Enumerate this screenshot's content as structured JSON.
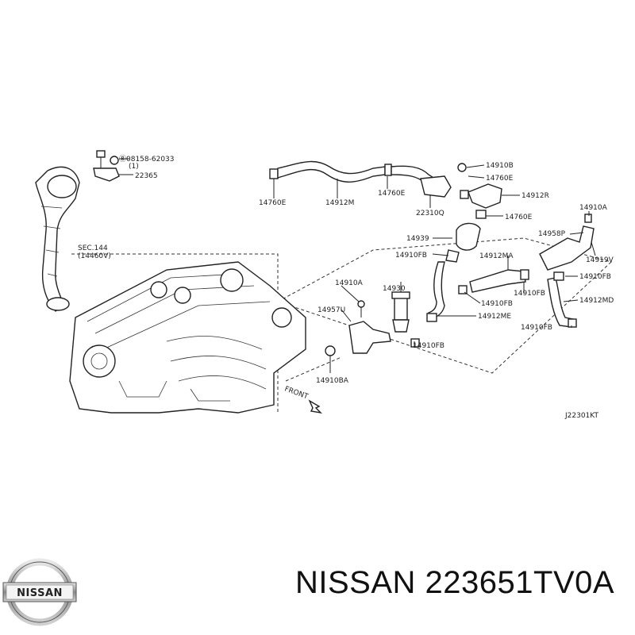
{
  "diagram": {
    "labels": {
      "bolt_code": "Ⓑ08158-62033",
      "bolt_qty": "(1)",
      "sensor": "22365",
      "sec": "SEC.144",
      "sec_ref": "(14460V)",
      "hose_e_left": "14760E",
      "hose_m": "14912M",
      "hose_e_mid": "14760E",
      "valve_q": "22310Q",
      "clip_b": "14910B",
      "hose_e_r1": "14760E",
      "hose_r": "14912R",
      "hose_e_r2": "14760E",
      "part_939": "14939",
      "clip_fb1": "14910FB",
      "hose_ma": "14912MA",
      "part_958p": "14958P",
      "clip_a_right": "14910A",
      "part_919v": "14919V",
      "clip_fb2": "14910FB",
      "clip_fb3": "14910FB",
      "clip_fb4": "14910FB",
      "hose_md": "14912MD",
      "clip_fb5": "14910FB",
      "clip_a_mid": "14910A",
      "part_930": "14930",
      "part_957u": "14957U",
      "hose_me": "14912ME",
      "clip_fb6": "14910FB",
      "clip_ba": "14910BA",
      "front": "FRONT",
      "ref_code": "J22301KT"
    }
  },
  "logo": {
    "text": "NISSAN"
  },
  "caption": "NISSAN 223651TV0A"
}
